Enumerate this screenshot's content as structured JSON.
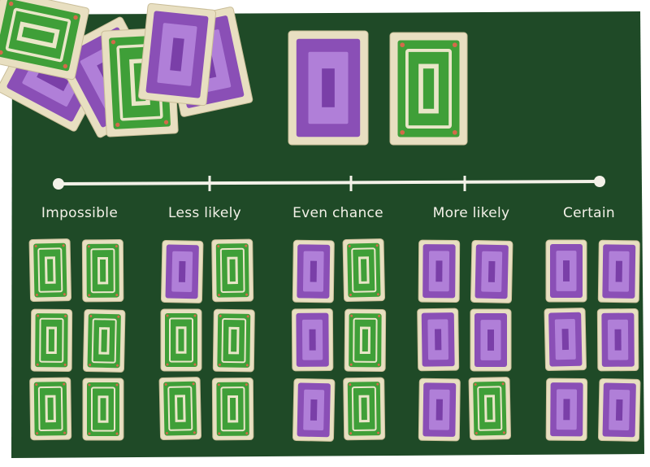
{
  "scale": {
    "labels": [
      "Impossible",
      "Less likely",
      "Even chance",
      "More likely",
      "Certain"
    ]
  },
  "deck": {
    "pile": [
      "purple",
      "purple",
      "green",
      "purple",
      "green",
      "purple"
    ],
    "drawn": [
      "purple",
      "green"
    ]
  },
  "groups": [
    {
      "label": "Impossible",
      "cards": [
        "green",
        "green",
        "green",
        "green",
        "green",
        "green"
      ]
    },
    {
      "label": "Less likely",
      "cards": [
        "purple",
        "green",
        "green",
        "green",
        "green",
        "green"
      ]
    },
    {
      "label": "Even chance",
      "cards": [
        "purple",
        "green",
        "purple",
        "green",
        "purple",
        "green"
      ]
    },
    {
      "label": "More likely",
      "cards": [
        "purple",
        "purple",
        "purple",
        "purple",
        "purple",
        "green"
      ]
    },
    {
      "label": "Certain",
      "cards": [
        "purple",
        "purple",
        "purple",
        "purple",
        "purple",
        "purple"
      ]
    }
  ],
  "colors": {
    "table": "#1f4a27",
    "card_border": "#e8dfc1",
    "purple_outer": "#8a4fb6",
    "purple_mid": "#b07fd8",
    "purple_inner": "#7a3fa8",
    "green_outer": "#3f9f38",
    "green_inner": "#e9e6c8",
    "scale_line": "#f3f1e8"
  }
}
